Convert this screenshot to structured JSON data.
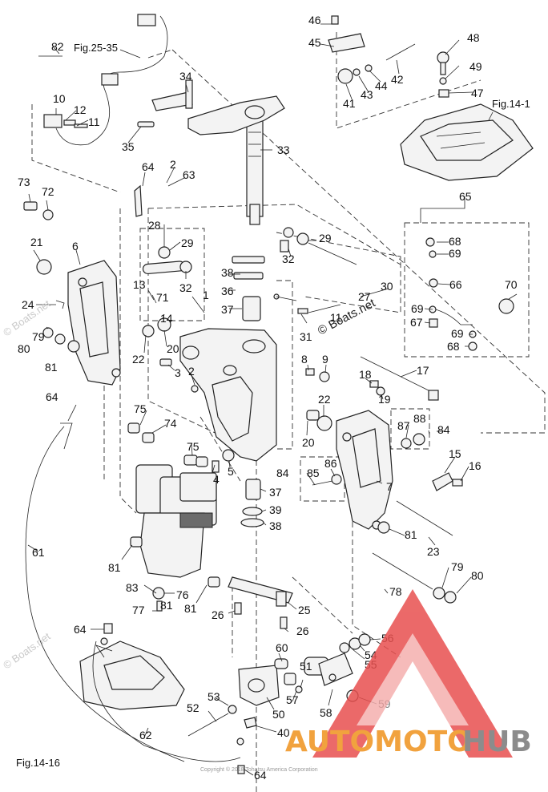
{
  "figure_refs": {
    "top_left": "Fig.25-35",
    "top_right": "Fig.14-1",
    "bottom_left": "Fig.14-16"
  },
  "watermarks": {
    "center": "© Boats.net",
    "left_upper": "© Boats.net",
    "left_lower": "© Boats.net"
  },
  "copyright": "Copyright © 2018 Tohatsu America Corporation",
  "brand": {
    "part1": "AUTOMOTO",
    "part2": "HUB",
    "logo_color": "#e8504f",
    "accent_color": "#f1a23e",
    "gray_color": "#8c8c8c"
  },
  "callouts": [
    {
      "id": "c1",
      "text": "1"
    },
    {
      "id": "c2a",
      "text": "2"
    },
    {
      "id": "c2b",
      "text": "2"
    },
    {
      "id": "c3",
      "text": "3"
    },
    {
      "id": "c4",
      "text": "4"
    },
    {
      "id": "c5",
      "text": "5"
    },
    {
      "id": "c6",
      "text": "6"
    },
    {
      "id": "c7",
      "text": "7"
    },
    {
      "id": "c8",
      "text": "8"
    },
    {
      "id": "c9",
      "text": "9"
    },
    {
      "id": "c10",
      "text": "10"
    },
    {
      "id": "c11a",
      "text": "11"
    },
    {
      "id": "c11b",
      "text": "11"
    },
    {
      "id": "c12",
      "text": "12"
    },
    {
      "id": "c13",
      "text": "13"
    },
    {
      "id": "c14",
      "text": "14"
    },
    {
      "id": "c15",
      "text": "15"
    },
    {
      "id": "c16",
      "text": "16"
    },
    {
      "id": "c17",
      "text": "17"
    },
    {
      "id": "c18",
      "text": "18"
    },
    {
      "id": "c19",
      "text": "19"
    },
    {
      "id": "c20a",
      "text": "20"
    },
    {
      "id": "c20b",
      "text": "20"
    },
    {
      "id": "c21",
      "text": "21"
    },
    {
      "id": "c22a",
      "text": "22"
    },
    {
      "id": "c22b",
      "text": "22"
    },
    {
      "id": "c23",
      "text": "23"
    },
    {
      "id": "c24",
      "text": "24"
    },
    {
      "id": "c25",
      "text": "25"
    },
    {
      "id": "c26a",
      "text": "26"
    },
    {
      "id": "c26b",
      "text": "26"
    },
    {
      "id": "c27",
      "text": "27"
    },
    {
      "id": "c28",
      "text": "28"
    },
    {
      "id": "c29a",
      "text": "29"
    },
    {
      "id": "c29b",
      "text": "29"
    },
    {
      "id": "c30",
      "text": "30"
    },
    {
      "id": "c31",
      "text": "31"
    },
    {
      "id": "c32a",
      "text": "32"
    },
    {
      "id": "c32b",
      "text": "32"
    },
    {
      "id": "c33",
      "text": "33"
    },
    {
      "id": "c34",
      "text": "34"
    },
    {
      "id": "c35",
      "text": "35"
    },
    {
      "id": "c36",
      "text": "36"
    },
    {
      "id": "c37a",
      "text": "37"
    },
    {
      "id": "c37b",
      "text": "37"
    },
    {
      "id": "c38a",
      "text": "38"
    },
    {
      "id": "c38b",
      "text": "38"
    },
    {
      "id": "c39",
      "text": "39"
    },
    {
      "id": "c40",
      "text": "40"
    },
    {
      "id": "c41",
      "text": "41"
    },
    {
      "id": "c42",
      "text": "42"
    },
    {
      "id": "c43",
      "text": "43"
    },
    {
      "id": "c44",
      "text": "44"
    },
    {
      "id": "c45",
      "text": "45"
    },
    {
      "id": "c46",
      "text": "46"
    },
    {
      "id": "c47",
      "text": "47"
    },
    {
      "id": "c48",
      "text": "48"
    },
    {
      "id": "c49",
      "text": "49"
    },
    {
      "id": "c50",
      "text": "50"
    },
    {
      "id": "c51",
      "text": "51"
    },
    {
      "id": "c52",
      "text": "52"
    },
    {
      "id": "c53",
      "text": "53"
    },
    {
      "id": "c54",
      "text": "54"
    },
    {
      "id": "c55",
      "text": "55"
    },
    {
      "id": "c56",
      "text": "56"
    },
    {
      "id": "c57",
      "text": "57"
    },
    {
      "id": "c58",
      "text": "58"
    },
    {
      "id": "c59",
      "text": "59"
    },
    {
      "id": "c60",
      "text": "60"
    },
    {
      "id": "c61",
      "text": "61"
    },
    {
      "id": "c62",
      "text": "62"
    },
    {
      "id": "c63",
      "text": "63"
    },
    {
      "id": "c64a",
      "text": "64"
    },
    {
      "id": "c64b",
      "text": "64"
    },
    {
      "id": "c64c",
      "text": "64"
    },
    {
      "id": "c64d",
      "text": "64"
    },
    {
      "id": "c65",
      "text": "65"
    },
    {
      "id": "c66",
      "text": "66"
    },
    {
      "id": "c67",
      "text": "67"
    },
    {
      "id": "c68a",
      "text": "68"
    },
    {
      "id": "c68b",
      "text": "68"
    },
    {
      "id": "c69a",
      "text": "69"
    },
    {
      "id": "c69b",
      "text": "69"
    },
    {
      "id": "c69c",
      "text": "69"
    },
    {
      "id": "c70",
      "text": "70"
    },
    {
      "id": "c71",
      "text": "71"
    },
    {
      "id": "c72",
      "text": "72"
    },
    {
      "id": "c73",
      "text": "73"
    },
    {
      "id": "c74",
      "text": "74"
    },
    {
      "id": "c75a",
      "text": "75"
    },
    {
      "id": "c75b",
      "text": "75"
    },
    {
      "id": "c76",
      "text": "76"
    },
    {
      "id": "c77",
      "text": "77"
    },
    {
      "id": "c78",
      "text": "78"
    },
    {
      "id": "c79a",
      "text": "79"
    },
    {
      "id": "c79b",
      "text": "79"
    },
    {
      "id": "c80a",
      "text": "80"
    },
    {
      "id": "c80b",
      "text": "80"
    },
    {
      "id": "c81a",
      "text": "81"
    },
    {
      "id": "c81b",
      "text": "81"
    },
    {
      "id": "c81c",
      "text": "81"
    },
    {
      "id": "c81d",
      "text": "81"
    },
    {
      "id": "c81e",
      "text": "81"
    },
    {
      "id": "c82",
      "text": "82"
    },
    {
      "id": "c83",
      "text": "83"
    },
    {
      "id": "c84a",
      "text": "84"
    },
    {
      "id": "c84b",
      "text": "84"
    },
    {
      "id": "c85",
      "text": "85"
    },
    {
      "id": "c86",
      "text": "86"
    },
    {
      "id": "c87",
      "text": "87"
    },
    {
      "id": "c88",
      "text": "88"
    }
  ]
}
